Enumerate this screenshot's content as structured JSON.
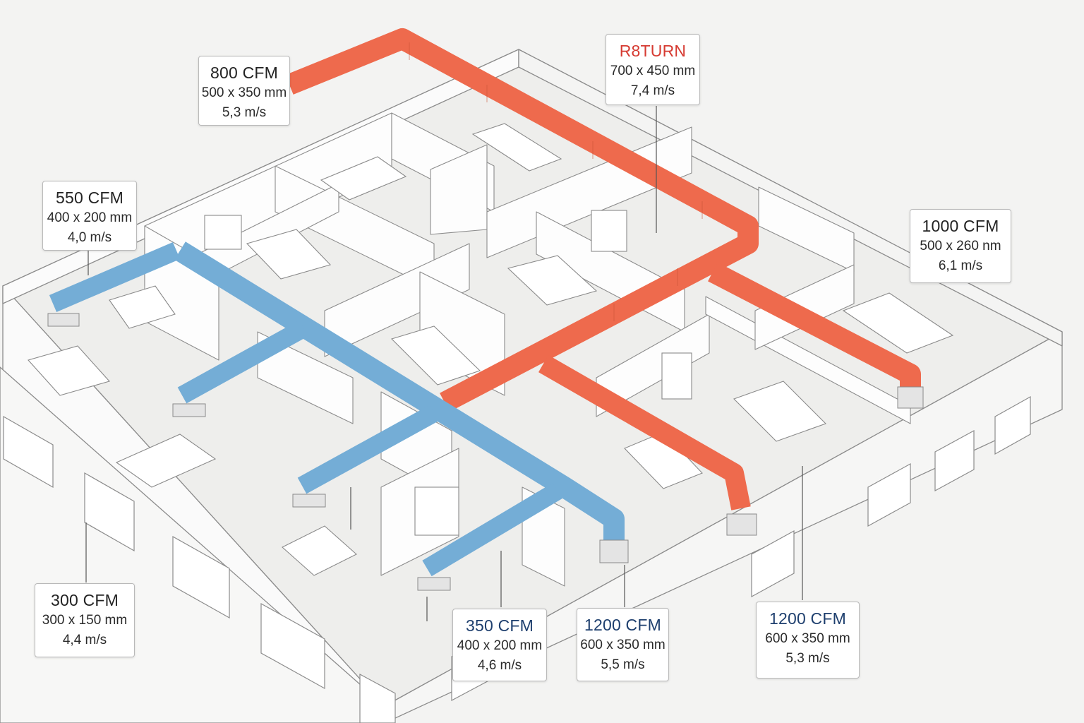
{
  "colors": {
    "supply_duct": "#74add6",
    "return_duct": "#ee6a4d",
    "walls": "#ffffff",
    "floor": "#ececea",
    "outline": "#8c8c8c",
    "label_red": "#d63b32",
    "label_blue": "#1e3f6e"
  },
  "callouts": [
    {
      "id": "c800",
      "flow": "800 CFM",
      "dims": "500 x 350 mm",
      "velocity": "5,3 m/s",
      "tone": "dark"
    },
    {
      "id": "creturn",
      "flow": "R8TURN",
      "dims": "700 x 450 mm",
      "velocity": "7,4 m/s",
      "tone": "red"
    },
    {
      "id": "c550",
      "flow": "550 CFM",
      "dims": "400 x 200 mm",
      "velocity": "4,0 m/s",
      "tone": "dark"
    },
    {
      "id": "c1000",
      "flow": "1000 CFM",
      "dims": "500 x 260 nm",
      "velocity": "6,1 m/s",
      "tone": "dark"
    },
    {
      "id": "c300",
      "flow": "300 CFM",
      "dims": "300 x 150 mm",
      "velocity": "4,4 m/s",
      "tone": "dark"
    },
    {
      "id": "c350",
      "flow": "350 CFM",
      "dims": "400 x 200 mm",
      "velocity": "4,6 m/s",
      "tone": "blue"
    },
    {
      "id": "c1200a",
      "flow": "1200 CFM",
      "dims": "600 x 350 mm",
      "velocity": "5,5 m/s",
      "tone": "blue"
    },
    {
      "id": "c1200b",
      "flow": "1200 CFM",
      "dims": "600 x 350 mm",
      "velocity": "5,3 m/s",
      "tone": "blue"
    }
  ]
}
